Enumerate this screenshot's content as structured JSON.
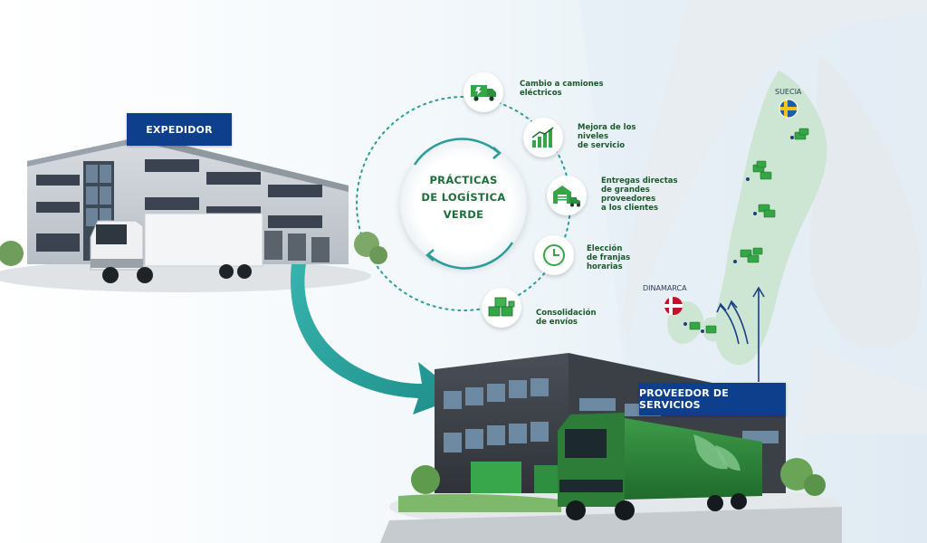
{
  "labels": {
    "shipper": "EXPEDIDOR",
    "provider": "PROVEEDOR DE SERVICIOS"
  },
  "center": {
    "line1": "PRÁCTICAS",
    "line2": "DE LOGÍSTICA",
    "line3": "VERDE"
  },
  "practices": [
    {
      "icon": "electric-truck-icon",
      "line1": "Cambio a camiones",
      "line2": "eléctricos",
      "line3": "",
      "line4": ""
    },
    {
      "icon": "bar-chart-icon",
      "line1": "Mejora de los",
      "line2": "niveles",
      "line3": "de servicio",
      "line4": ""
    },
    {
      "icon": "warehouse-delivery-icon",
      "line1": "Entregas directas",
      "line2": "de grandes",
      "line3": "proveedores",
      "line4": "a los clientes"
    },
    {
      "icon": "clock-icon",
      "line1": "Elección",
      "line2": "de franjas",
      "line3": "horarias",
      "line4": ""
    },
    {
      "icon": "boxes-icon",
      "line1": "Consolidación",
      "line2": "de envíos",
      "line3": "",
      "line4": ""
    }
  ],
  "map": {
    "sweden": "SUECIA",
    "denmark": "DINAMARCA"
  },
  "colors": {
    "badge": "#0d3f8c",
    "green": "#2e9b3e",
    "teal": "#2a9d9a",
    "map_land": "#cfe6d6"
  }
}
